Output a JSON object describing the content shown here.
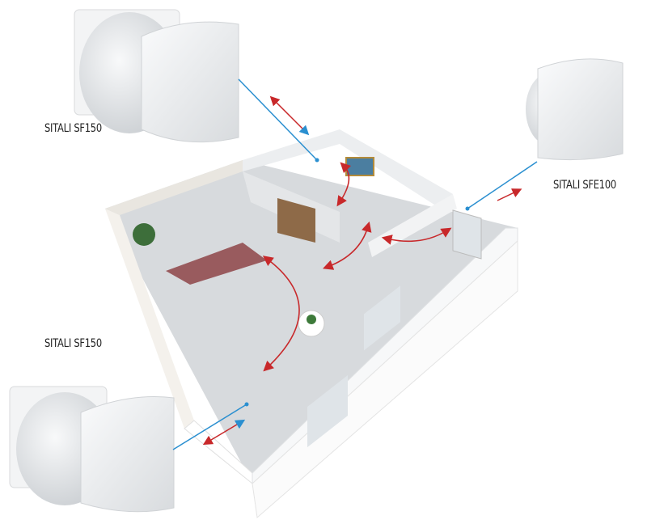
{
  "products": {
    "top_left": {
      "label": "SITALI SF150"
    },
    "right": {
      "label": "SITALI SFE100"
    },
    "bottom_left": {
      "label": "SITALI SF150"
    }
  },
  "colors": {
    "supply_line": "#2a8fd0",
    "exhaust_arrow": "#c8282a",
    "device": "#eef0f2",
    "wall": "#ffffff",
    "floor": "#d9dcdf"
  }
}
